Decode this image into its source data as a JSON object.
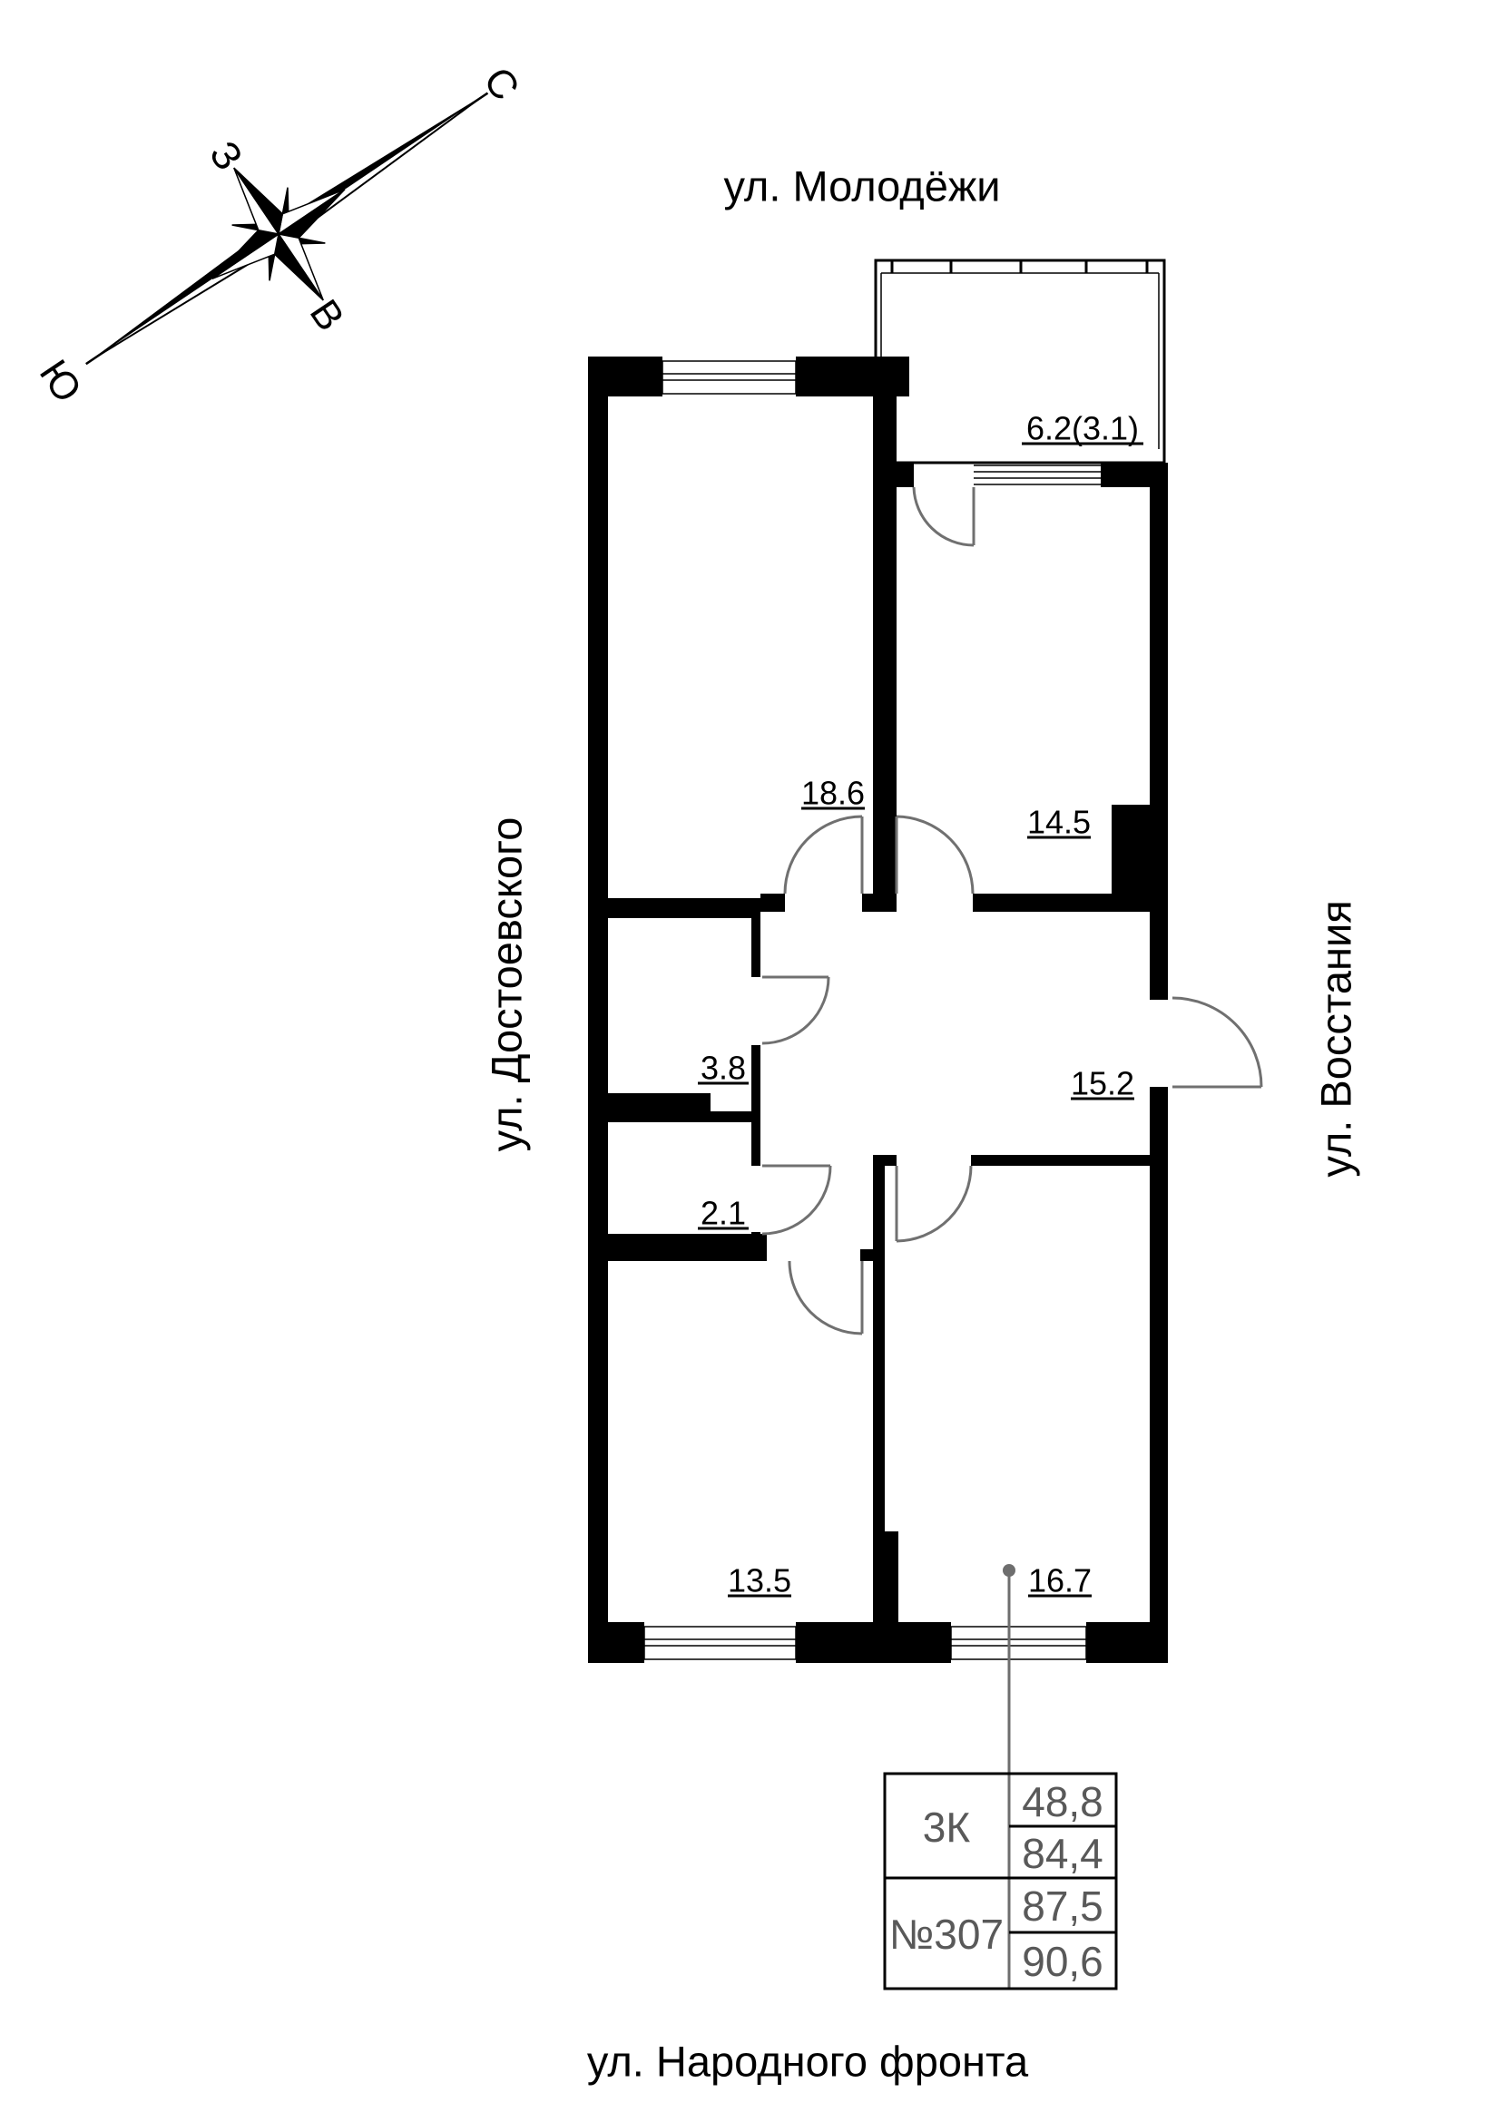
{
  "compass": {
    "north": "С",
    "south": "Ю",
    "west": "З",
    "east": "В"
  },
  "streets": {
    "top": "ул. Молодёжи",
    "left": "ул. Достоевского",
    "right": "ул. Восстания",
    "bottom": "ул. Народного фронта"
  },
  "rooms": {
    "balcony": "6.2(3.1)",
    "room_18_6": "18.6",
    "room_14_5": "14.5",
    "room_3_8": "3.8",
    "hall_15_2": "15.2",
    "room_2_1": "2.1",
    "room_13_5": "13.5",
    "room_16_7": "16.7"
  },
  "info_table": {
    "row1_label": "3К",
    "row1_values": [
      "48,8",
      "84,4"
    ],
    "row2_label": "№307",
    "row2_values": [
      "87,5",
      "90,6"
    ]
  },
  "colors": {
    "walls": "#000000",
    "doors": "#707070",
    "leader": "#6e6e6e",
    "table_text": "#595959"
  }
}
